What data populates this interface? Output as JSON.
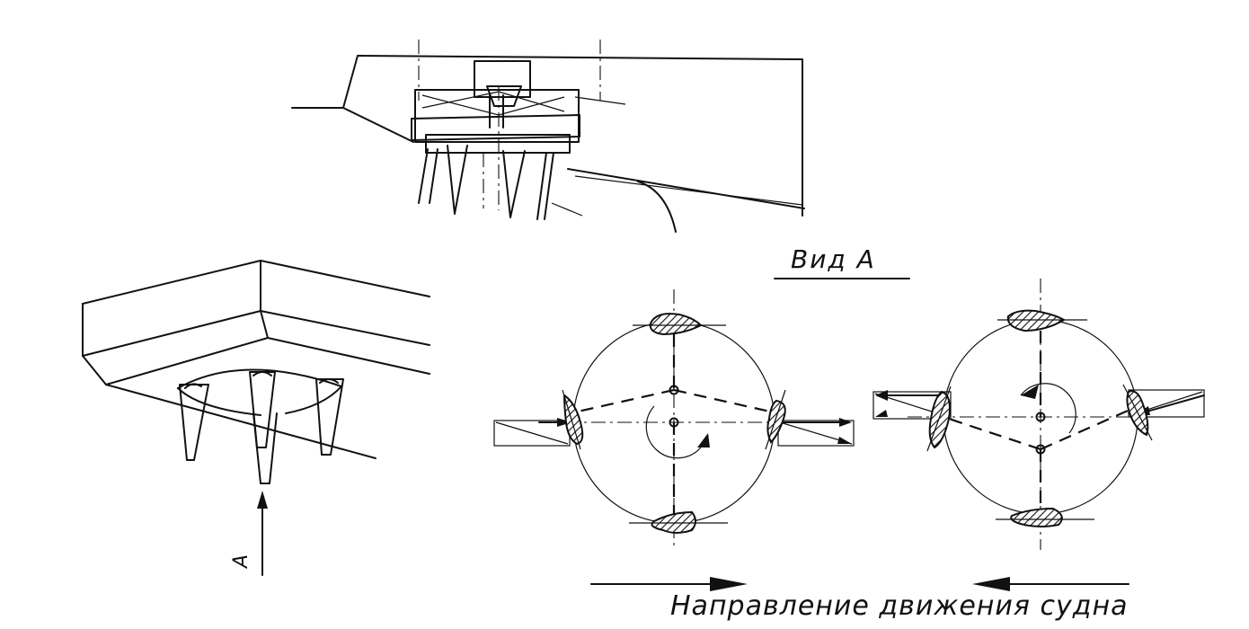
{
  "labels": {
    "view_title": "Вид А",
    "view_marker": "А",
    "caption": "Направление движения судна"
  }
}
